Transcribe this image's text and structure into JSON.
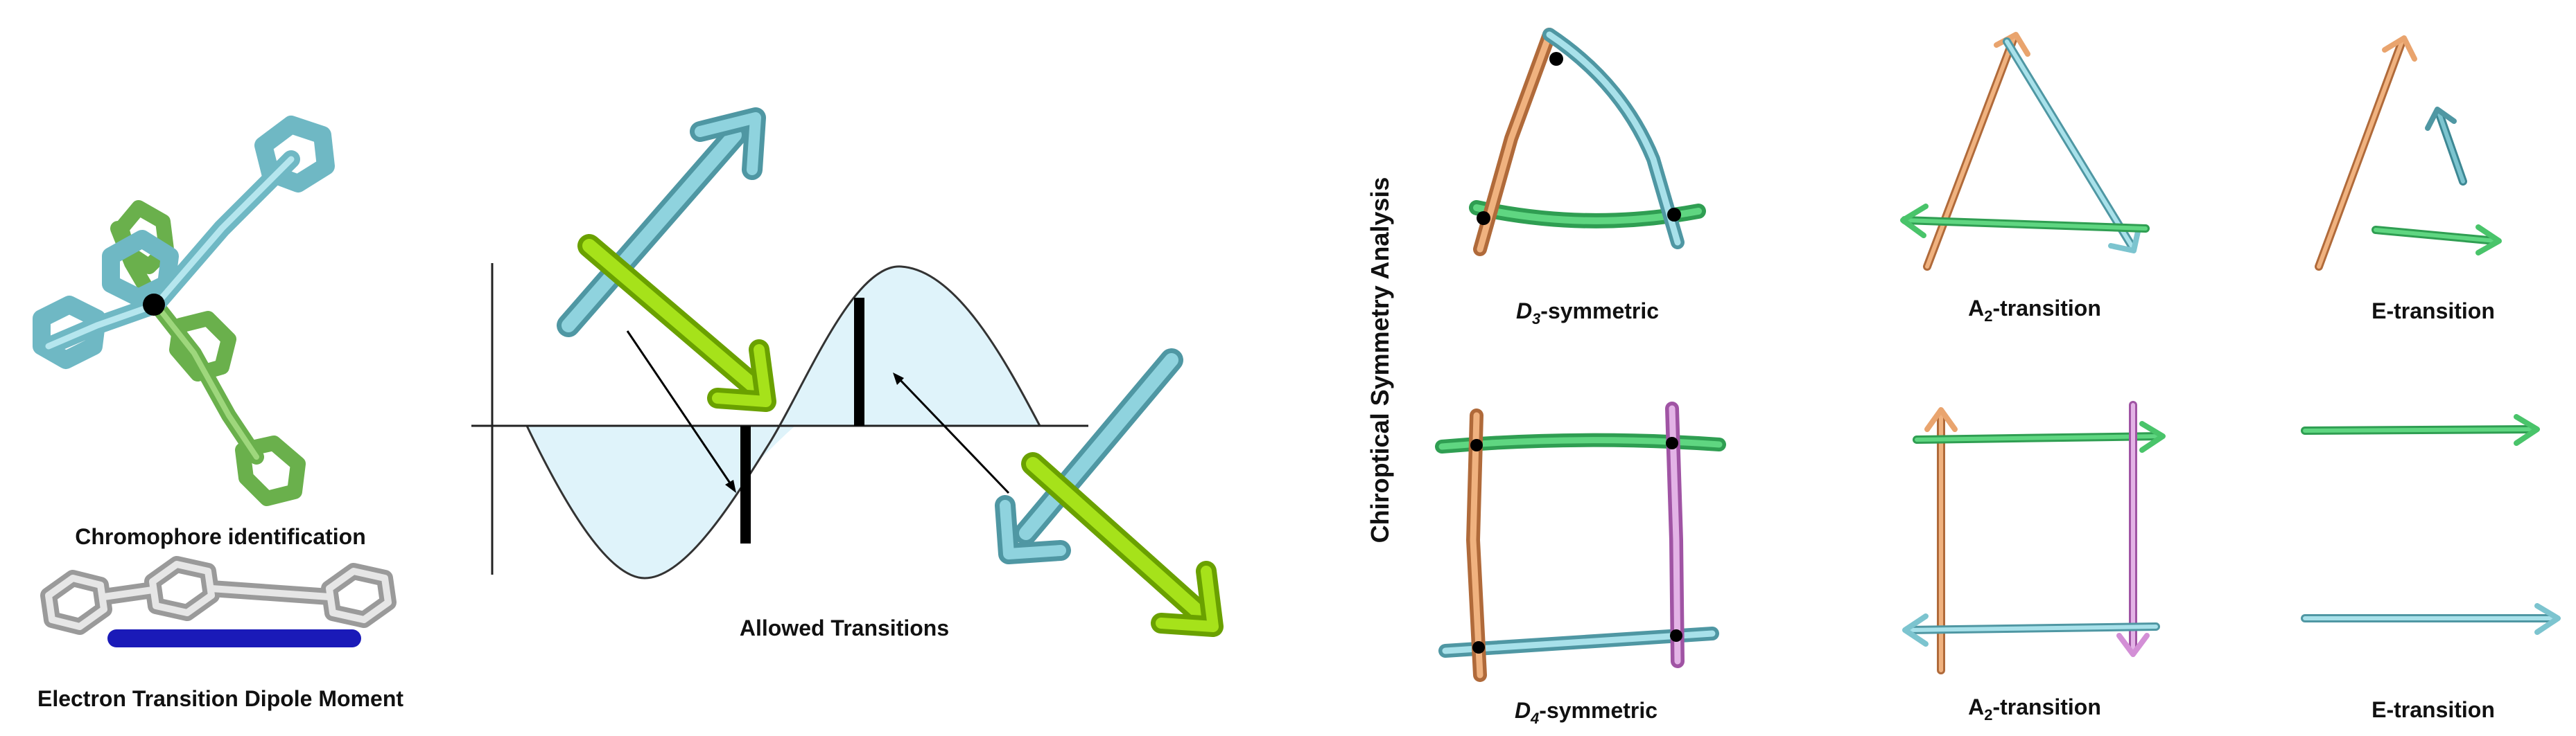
{
  "labels": {
    "chromophore": "Chromophore identification",
    "electron_dipole": "Electron Transition Dipole Moment",
    "allowed": "Allowed Transitions",
    "side_title": "Chiroptical Symmetry Analysis",
    "d3_prefix": "D",
    "d3_sub": "3",
    "d3_suffix": "-symmetric",
    "a2_top_prefix": "A",
    "a2_top_sub": "2",
    "a2_top_suffix": "-transition",
    "e_top": "E-transition",
    "d4_prefix": "D",
    "d4_sub": "4",
    "d4_suffix": "-symmetric",
    "a2_bot_prefix": "A",
    "a2_bot_sub": "2",
    "a2_bot_suffix": "-transition",
    "e_bot": "E-transition"
  },
  "colors": {
    "cyan": "#7cc4cf",
    "cyan_dark": "#4f97a3",
    "lime": "#8fd000",
    "green": "#49c46a",
    "light_green": "#7ccc5c",
    "orange": "#e9a46e",
    "pink": "#d38fd6",
    "blue": "#1a1ab8",
    "grey": "#c8c8c8",
    "curve_fill": "#dff3fa"
  }
}
